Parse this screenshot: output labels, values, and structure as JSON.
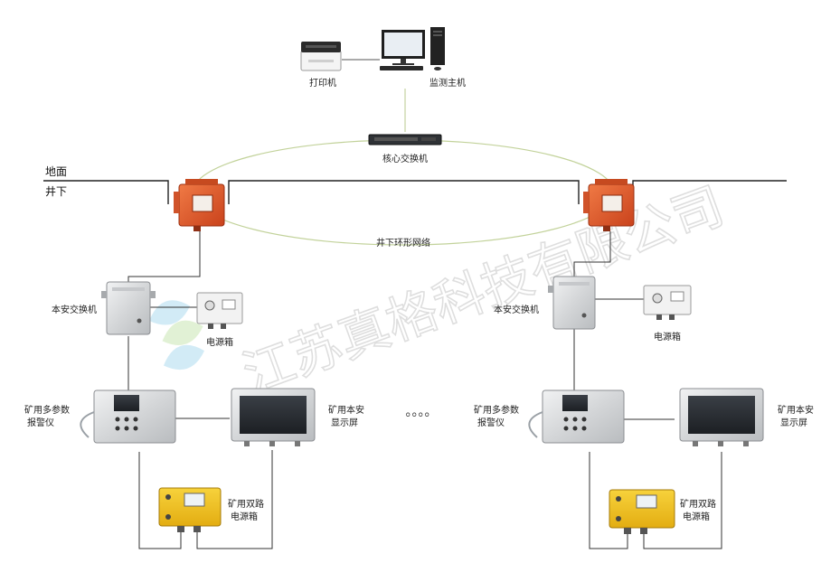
{
  "surface": {
    "ground_label": "地面",
    "underground_label": "井下"
  },
  "top": {
    "printer_label": "打印机",
    "host_label": "监测主机",
    "core_switch_label": "核心交换机"
  },
  "network": {
    "ring_label": "井下环形网络",
    "ellipsis": "。。。。"
  },
  "left": {
    "switch_label": "本安交换机",
    "power_box_label": "电源箱",
    "alarm_line1": "矿用多参数",
    "alarm_line2": "报警仪",
    "display_line1": "矿用本安",
    "display_line2": "显示屏",
    "dual_power_line1": "矿用双路",
    "dual_power_line2": "电源箱"
  },
  "right": {
    "switch_label": "本安交换机",
    "power_box_label": "电源箱",
    "alarm_line1": "矿用多参数",
    "alarm_line2": "报警仪",
    "display_line1": "矿用本安",
    "display_line2": "显示屏",
    "dual_power_line1": "矿用双路",
    "dual_power_line2": "电源箱"
  },
  "watermark": {
    "text": "江苏真格科技有限公司"
  },
  "colors": {
    "ring": "#c8d6a0",
    "line": "#3a3a3a",
    "box_orange": "#e2572a",
    "box_yellow": "#f2c320",
    "steel": "#d9dadc"
  }
}
